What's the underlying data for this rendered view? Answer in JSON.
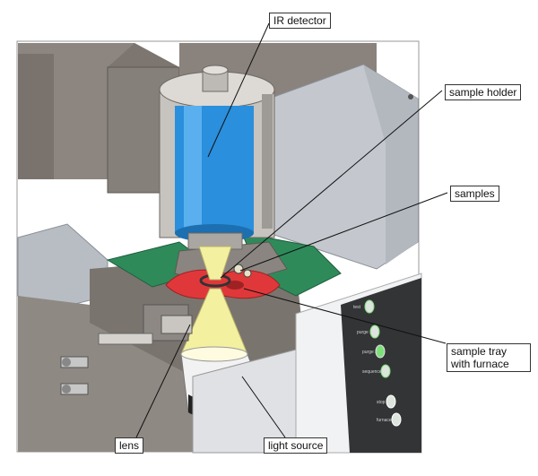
{
  "labels": {
    "ir_detector": "IR detector",
    "sample_holder": "sample holder",
    "samples": "samples",
    "sample_tray_line1": "sample tray",
    "sample_tray_line2": "with furnace",
    "lens": "lens",
    "light_source": "light source"
  },
  "panel_buttons": [
    "test",
    "purge 1",
    "purge 2",
    "sequence",
    "stop",
    "furnace"
  ],
  "colors": {
    "housing": "#8c857f",
    "housing_dark": "#6e6862",
    "housing_light": "#aaa49e",
    "detector_blue": "#2a8fdc",
    "tray_green": "#2f8a5a",
    "tray_red": "#e0383a",
    "light_beam": "#f3f0a0",
    "panel": "#333436",
    "led_green": "#7ee07a"
  }
}
